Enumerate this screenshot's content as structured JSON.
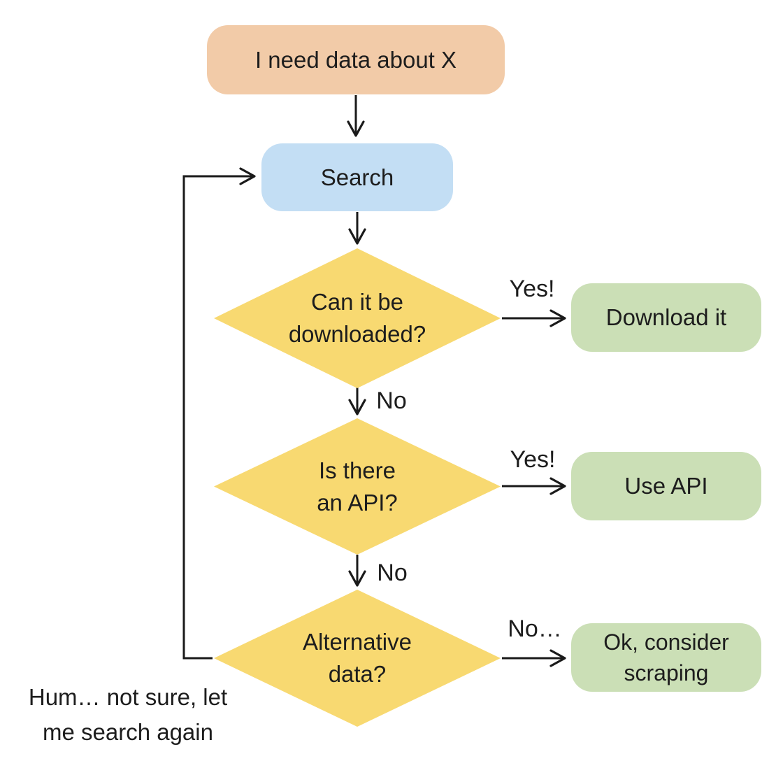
{
  "colors": {
    "start_fill": "#F2CBA8",
    "search_fill": "#C3DEF4",
    "decision_fill": "#F8D971",
    "result_fill": "#CBDFB6",
    "line": "#1a1a1a",
    "text": "#1d1d1d"
  },
  "nodes": {
    "start": {
      "label": "I need data about X"
    },
    "search": {
      "label": "Search"
    },
    "decide_download": {
      "line1": "Can it be",
      "line2": "downloaded?"
    },
    "download": {
      "label": "Download it"
    },
    "decide_api": {
      "line1": "Is there",
      "line2": "an API?"
    },
    "use_api": {
      "label": "Use API"
    },
    "decide_alternative": {
      "line1": "Alternative",
      "line2": "data?"
    },
    "scraping": {
      "line1": "Ok, consider",
      "line2": "scraping"
    }
  },
  "edge_labels": {
    "download_yes": "Yes!",
    "download_no": "No",
    "api_yes": "Yes!",
    "api_no": "No",
    "alternative_no": "No…",
    "loop_line1": "Hum… not sure, let",
    "loop_line2": "me search again"
  }
}
